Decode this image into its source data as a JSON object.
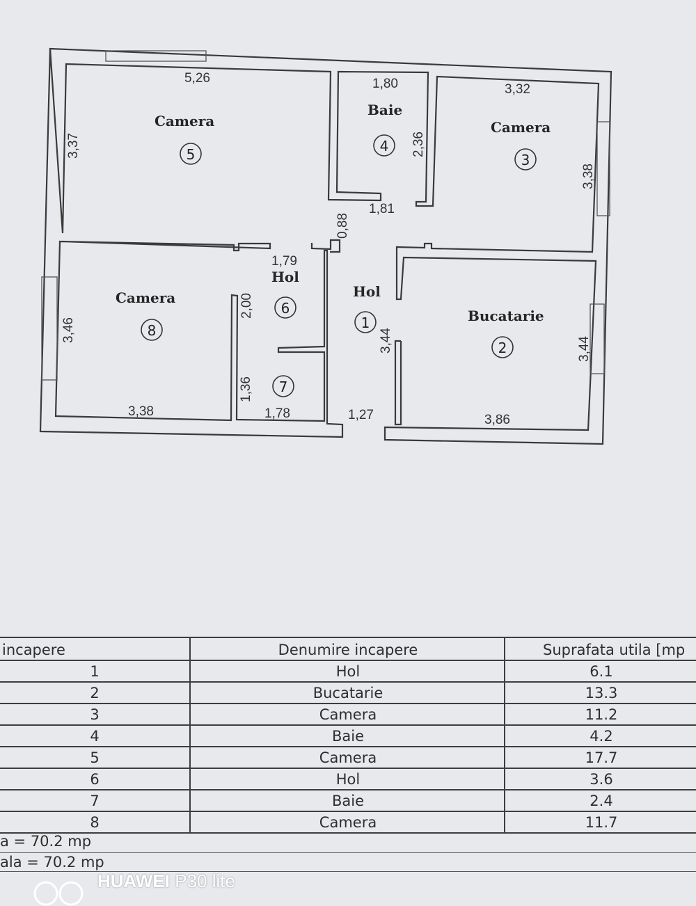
{
  "rooms": [
    {
      "name": "Camera",
      "num": "5"
    },
    {
      "name": "Baie",
      "num": "4"
    },
    {
      "name": "Camera",
      "num": "3"
    },
    {
      "name": "Hol",
      "num": "6"
    },
    {
      "name": "Camera",
      "num": "8"
    },
    {
      "name": "Hol",
      "num": "1"
    },
    {
      "name": "Bucatarie",
      "num": "2"
    },
    {
      "num": "7"
    }
  ],
  "dimensions": [
    "5,26",
    "3,37",
    "1,80",
    "2,36",
    "1,81",
    "3,32",
    "3,38",
    "0,88",
    "1,79",
    "2,00",
    "3,46",
    "1,36",
    "3,38",
    "1,78",
    "3,44",
    "1,27",
    "3,44",
    "3,86"
  ],
  "table": {
    "headers": [
      "incapere",
      "Denumire incapere",
      "Suprafata utila [mp"
    ],
    "rows": [
      [
        "1",
        "Hol",
        "6.1"
      ],
      [
        "2",
        "Bucatarie",
        "13.3"
      ],
      [
        "3",
        "Camera",
        "11.2"
      ],
      [
        "4",
        "Baie",
        "4.2"
      ],
      [
        "5",
        "Camera",
        "17.7"
      ],
      [
        "6",
        "Hol",
        "3.6"
      ],
      [
        "7",
        "Baie",
        "2.4"
      ],
      [
        "8",
        "Camera",
        "11.7"
      ]
    ]
  },
  "totals": [
    "a  =  70.2  mp",
    "ala  =  70.2  mp"
  ],
  "watermark": {
    "brand": "HUAWEI",
    "model": "P30 lite"
  }
}
